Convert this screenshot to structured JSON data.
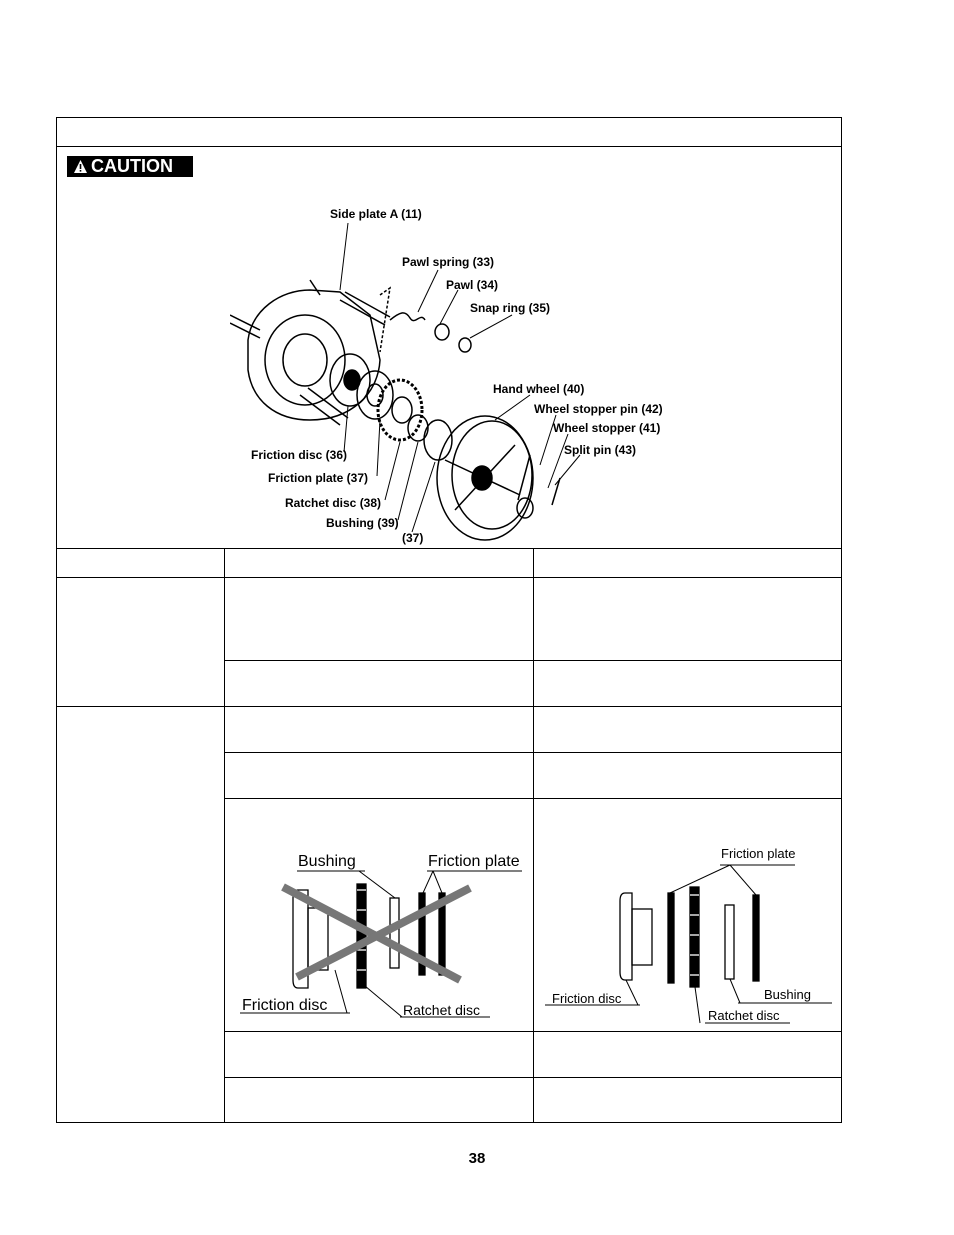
{
  "caution": {
    "label": "CAUTION"
  },
  "exploded_view": {
    "labels": {
      "side_plate": "Side plate A (11)",
      "pawl_spring": "Pawl spring (33)",
      "pawl": "Pawl (34)",
      "snap_ring": "Snap ring (35)",
      "hand_wheel": "Hand wheel (40)",
      "wheel_stopper_pin": "Wheel stopper pin (42)",
      "wheel_stopper": "Wheel stopper (41)",
      "split_pin": "Split pin (43)",
      "friction_disc": "Friction disc (36)",
      "friction_plate": "Friction plate (37)",
      "ratchet_disc": "Ratchet disc (38)",
      "bushing": "Bushing (39)",
      "friction_plate_2": "(37)"
    }
  },
  "wrong_assembly": {
    "bushing": "Bushing",
    "friction_plate": "Friction plate",
    "friction_disc": "Friction disc",
    "ratchet_disc": "Ratchet disc"
  },
  "correct_assembly": {
    "friction_plate": "Friction plate",
    "friction_disc": "Friction disc",
    "bushing": "Bushing",
    "ratchet_disc": "Ratchet disc"
  },
  "page_number": "38"
}
